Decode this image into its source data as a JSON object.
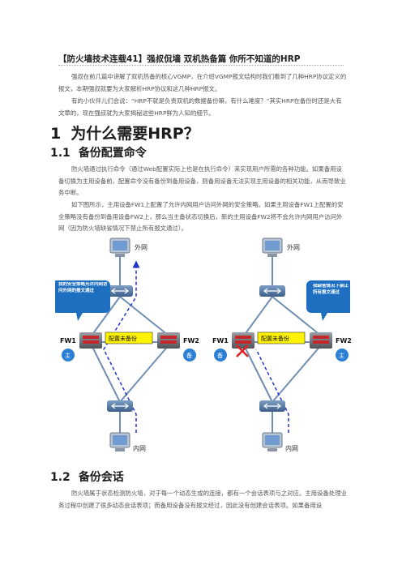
{
  "doc": {
    "title": "【防火墙技术连载41】强叔侃墙 双机热备篇 你所不知道的HRP",
    "intro": [
      "强叔在前几篇中讲解了双机热备的核心VGMP，在介绍VGMP报文结构时我们看到了几种HRP协议定义的报文，本期强叔就要为大家解析HRP协议和这几种HRP报文。",
      "有的小伙伴儿们会说：“HRP不就是负责双机的数据备份嘛，有什么难度？”其实HRP在备份时还是大有文章的，现在强叔就为大家揭秘这些HRP鲜为人知的细节。"
    ],
    "h1": {
      "num": "1",
      "text": "为什么需要HRP？"
    },
    "s11": {
      "num": "1.1",
      "text": "备份配置命令",
      "paras": [
        "防火墙通过执行命令（通过Web配置实际上也是在执行命令）来实现用户所需的各种功能。如果备用设备切换为主用设备前，配置命令没有备份到备用设备，则备用设备无法实现主用设备的相关功能，从而导致业务中断。",
        "如下图所示，主用设备FW1上配置了允许内网用户访问外网的安全策略。如果主用设备FW1上配置的安全策略没有备份到备用设备FW2上，那么当主备状态切换后，新的主用设备FW2将不会允许内网用户访问外网（因为防火墙缺省情况下禁止所有报文通过）。"
      ]
    },
    "diagram": {
      "left": {
        "internet": "外网",
        "intranet": "内网",
        "fw1": "FW1",
        "fw1_role": "主",
        "fw2": "FW2",
        "fw2_role": "备",
        "config_label": "配置未备份",
        "bubble": "我的安全策略允许内网访问外网的报文通过"
      },
      "right": {
        "internet": "外网",
        "intranet": "内网",
        "fw1": "FW1",
        "fw1_role": "备",
        "fw2": "FW2",
        "fw2_role": "主",
        "config_label": "配置未备份",
        "bubble": "我缺省情况下禁止所有报文通过"
      },
      "colors": {
        "box": "#fff200",
        "bubble": "#1e6fbf",
        "role": "#2b7fd4",
        "cross": "#e02020",
        "flow": "#2233cc"
      }
    },
    "s12": {
      "num": "1.2",
      "text": "备份会话",
      "paras": [
        "防火墙属于状态检测防火墙，对于每一个动态生成的连接，都有一个会话表项与之对应。主用设备处理业务过程中创建了很多动态会话表项；而备用设备没有报文经过，因此没有创建会话表项。如果备用设"
      ]
    }
  }
}
